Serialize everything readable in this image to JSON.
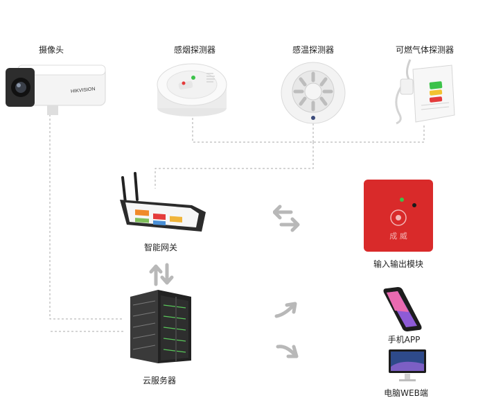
{
  "nodes": {
    "camera": {
      "label": "摄像头",
      "brand": "HIKVISION",
      "icon": "camera-icon"
    },
    "smoke_detector": {
      "label": "感烟探测器",
      "icon": "smoke-detector-icon"
    },
    "heat_detector": {
      "label": "感温探测器",
      "icon": "heat-detector-icon"
    },
    "gas_detector": {
      "label": "可燃气体探测器",
      "icon": "gas-detector-icon"
    },
    "gateway": {
      "label": "智能网关",
      "icon": "tablet-gateway-icon"
    },
    "io_module": {
      "label": "输入输出模块",
      "brand": "成 威",
      "icon": "io-module-icon"
    },
    "cloud_server": {
      "label": "云服务器",
      "icon": "server-rack-icon"
    },
    "mobile_app": {
      "label": "手机APP",
      "icon": "smartphone-icon"
    },
    "web_client": {
      "label": "电脑WEB端",
      "icon": "monitor-icon"
    }
  },
  "colors": {
    "link": "#aaaaaa",
    "arrow": "#b8b8b8",
    "module_red": "#d92a2a",
    "led_green": "#3cc24a",
    "led_red": "#e43b3b"
  }
}
